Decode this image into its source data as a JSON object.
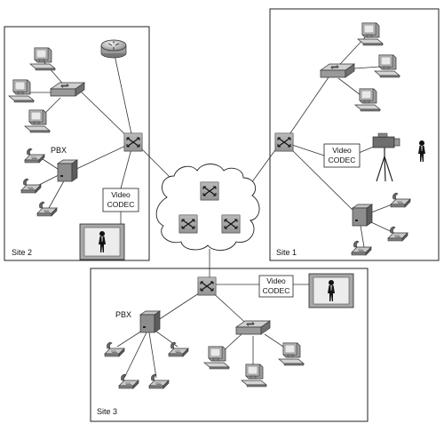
{
  "sites": {
    "site1": {
      "label": "Site 1"
    },
    "site2": {
      "label": "Site 2"
    },
    "site3": {
      "label": "Site 3"
    }
  },
  "pbx_label": "PBX",
  "codec": {
    "line1": "Video",
    "line2": "CODEC"
  },
  "icons": {
    "switch": "switch-icon",
    "hub": "hub-icon",
    "router": "router-icon",
    "pc": "pc-icon",
    "phone": "phone-icon",
    "pbx": "pbx-icon",
    "monitor": "video-monitor-icon",
    "camera": "video-camera-icon",
    "person": "person-icon",
    "cloud": "wan-cloud-icon"
  },
  "colors": {
    "device_dark": "#7a7a7a",
    "device_mid": "#a6a6a6",
    "device_light": "#d9d9d9",
    "line": "#333333"
  }
}
